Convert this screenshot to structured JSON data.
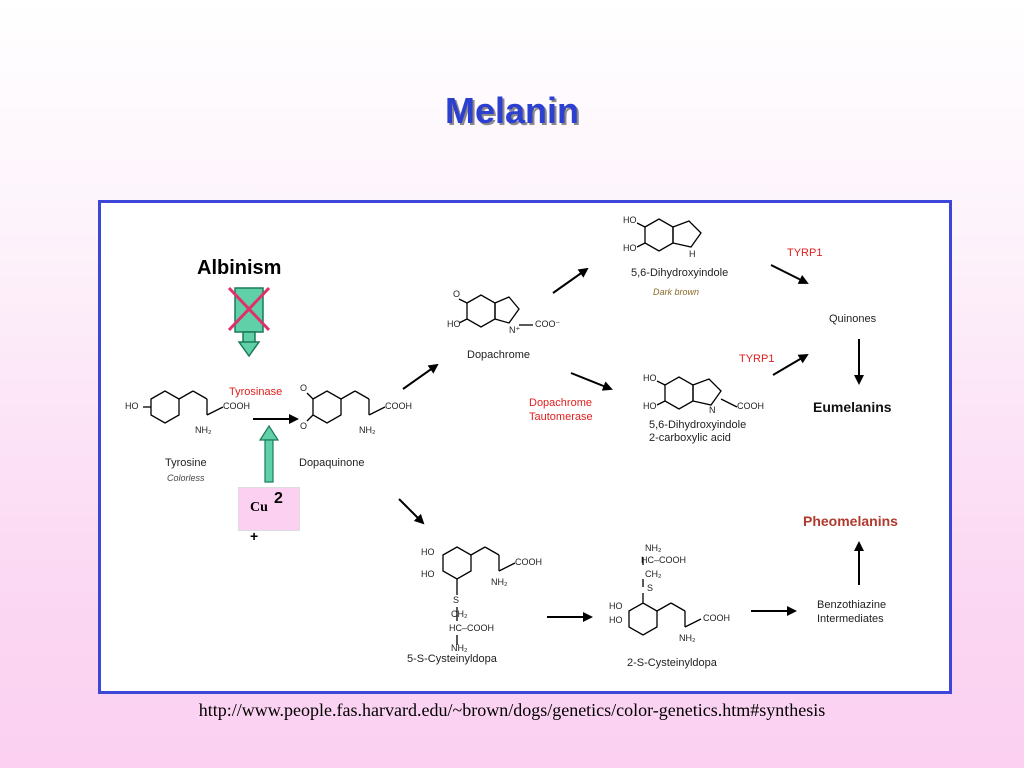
{
  "title": "Melanin",
  "albinism": "Albinism",
  "cofactor": {
    "main": "Cu",
    "sup": "2",
    "plus": "+"
  },
  "source": "http://www.people.fas.harvard.edu/~brown/dogs/genetics/color-genetics.htm#synthesis",
  "compounds": {
    "tyrosine": "Tyrosine",
    "tyrosine_note": "Colorless",
    "dopaquinone": "Dopaquinone",
    "dopachrome": "Dopachrome",
    "dhi": "5,6-Dihydroxyindole",
    "dhi_note": "Dark brown",
    "dhica_1": "5,6-Dihydroxyindole",
    "dhica_2": "2-carboxylic acid",
    "quinones": "Quinones",
    "eumelanins": "Eumelanins",
    "pheomelanins": "Pheomelanins",
    "benzo_1": "Benzothiazine",
    "benzo_2": "Intermediates",
    "cys5": "5-S-Cysteinyldopa",
    "cys2": "2-S-Cysteinyldopa"
  },
  "enzymes": {
    "tyrosinase": "Tyrosinase",
    "tautomerase_1": "Dopachrome",
    "tautomerase_2": "Tautomerase",
    "tyrp1_a": "TYRP1",
    "tyrp1_b": "TYRP1"
  },
  "atoms": {
    "ho": "HO",
    "o": "O",
    "nh2": "NH₂",
    "n": "N",
    "h": "H",
    "nplus": "N⁺",
    "cooh": "COOH",
    "coo": "COO⁻",
    "s": "S",
    "ch2": "CH₂",
    "hc": "HC",
    "hc_cooh": "HC–COOH"
  },
  "colors": {
    "title": "#2d3fd0",
    "frame": "#3d46d6",
    "enzyme": "#e02020",
    "pheomelanin": "#b03a2e",
    "green_arrow": "#5fd0a8",
    "x_mark": "#e0306a"
  }
}
